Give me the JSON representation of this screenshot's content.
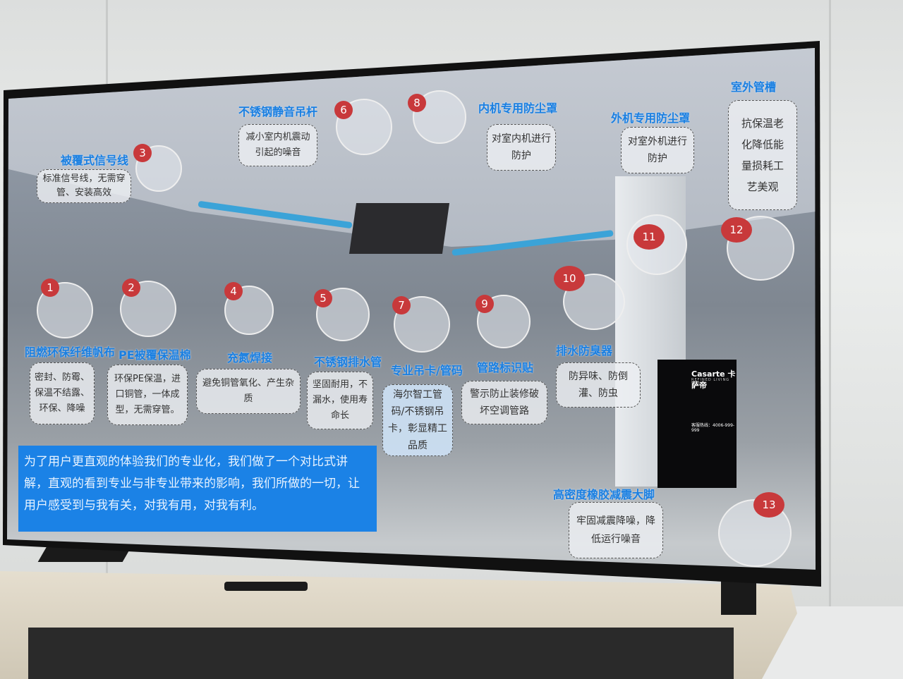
{
  "diagram": {
    "callouts": [
      {
        "num": "1",
        "title": "阻燃环保纤维帆布",
        "text": "密封、防霉、保温不结露、环保、降噪"
      },
      {
        "num": "2",
        "title": "PE被覆保温棉",
        "text": "环保PE保温，进口铜管，一体成型，无需穿管。"
      },
      {
        "num": "3",
        "title": "被覆式信号线",
        "text": "标准信号线，无需穿管、安装高效"
      },
      {
        "num": "4",
        "title": "充氮焊接",
        "text": "避免铜管氧化、产生杂质"
      },
      {
        "num": "5",
        "title": "不锈钢排水管",
        "text": "坚固耐用，不漏水，使用寿命长"
      },
      {
        "num": "6",
        "title": "不锈钢静音吊杆",
        "text": "减小室内机震动引起的噪音"
      },
      {
        "num": "7",
        "title": "专业吊卡/管码",
        "text": "海尔智工管码/不锈钢吊卡，彰显精工品质"
      },
      {
        "num": "8",
        "title": "内机专用防尘罩",
        "text": "对室内机进行防护"
      },
      {
        "num": "9",
        "title": "管路标识贴",
        "text": "警示防止装修破坏空调管路"
      },
      {
        "num": "10",
        "title": "排水防臭器",
        "text": "防异味、防倒灌、防虫"
      },
      {
        "num": "11",
        "title": "外机专用防尘罩",
        "text": "对室外机进行防护"
      },
      {
        "num": "12",
        "title": "室外管槽",
        "text": "抗保温老化降低能量损耗工艺美观"
      },
      {
        "num": "13",
        "title": "高密度橡胶减震大脚",
        "text": "牢固减震降噪，降低运行噪音"
      }
    ],
    "info_text": "为了用户更直观的体验我们的专业化，我们做了一个对比式讲解，直观的看到专业与非专业带来的影响，我们所做的一切，让用户感受到与我有关，对我有用，对我有利。",
    "outdoor_unit": {
      "brand": "Casarte 卡萨帝",
      "sub": "REFINED LIVING",
      "hotline": "客服热线：4006-999-999"
    }
  },
  "colors": {
    "title": "#1a7fe0",
    "badge": "#c8393b",
    "info_bg": "#1b82e6"
  }
}
